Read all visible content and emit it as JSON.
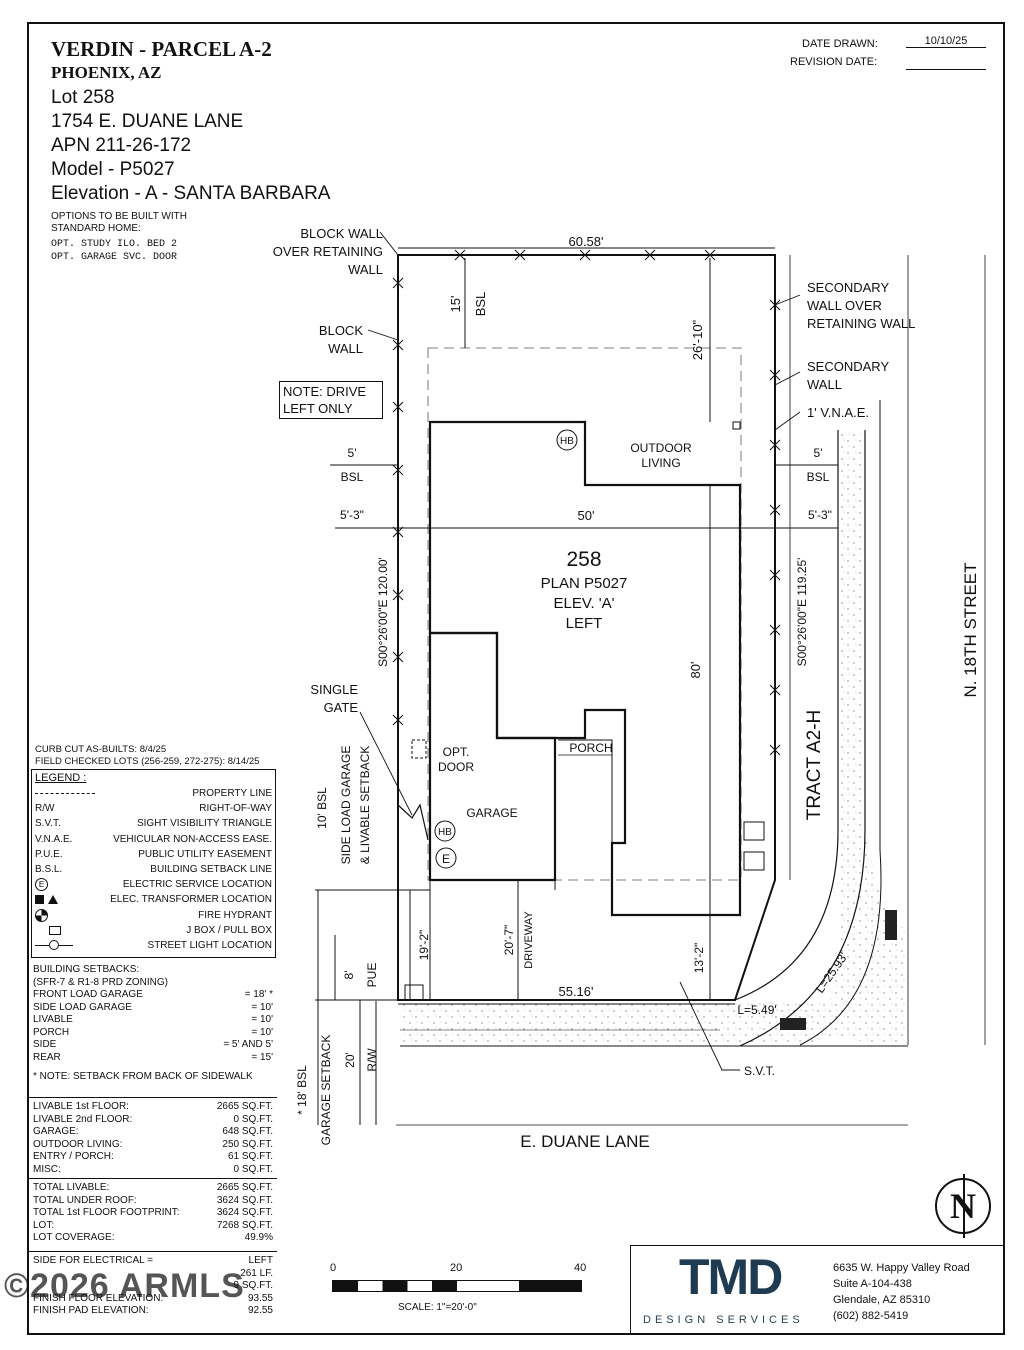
{
  "title_block": {
    "project": "VERDIN - PARCEL A-2",
    "city": "PHOENIX, AZ",
    "lot": "Lot  258",
    "address": "1754 E. DUANE LANE",
    "apn": "APN 211-26-172",
    "model": "Model - P5027",
    "elevation": "Elevation - A - SANTA BARBARA"
  },
  "options": {
    "heading": [
      "OPTIONS TO BE BUILT WITH",
      "STANDARD HOME:"
    ],
    "items": [
      "OPT. STUDY ILO. BED 2",
      "OPT. GARAGE SVC. DOOR"
    ]
  },
  "dates": {
    "drawn_label": "DATE DRAWN:",
    "drawn_value": "10/10/25",
    "revision_label": "REVISION DATE:",
    "revision_value": ""
  },
  "notes": {
    "curb_cut": "CURB CUT AS-BUILTS: 8/4/25",
    "field_checked": "FIELD CHECKED LOTS (256-259, 272-275): 8/14/25",
    "drive": [
      "NOTE: DRIVE",
      "LEFT ONLY"
    ]
  },
  "legend": {
    "title": "LEGEND :",
    "items": [
      {
        "abbr": "",
        "desc": "PROPERTY LINE",
        "symbol": "dashed-line"
      },
      {
        "abbr": "R/W",
        "desc": "RIGHT-OF-WAY"
      },
      {
        "abbr": "S.V.T.",
        "desc": "SIGHT VISIBILITY TRIANGLE"
      },
      {
        "abbr": "V.N.A.E.",
        "desc": "VEHICULAR NON-ACCESS EASE."
      },
      {
        "abbr": "P.U.E.",
        "desc": "PUBLIC UTILITY EASEMENT"
      },
      {
        "abbr": "B.S.L.",
        "desc": "BUILDING SETBACK LINE"
      },
      {
        "abbr": "",
        "desc": "ELECTRIC SERVICE LOCATION",
        "symbol": "electric-icon"
      },
      {
        "abbr": "",
        "desc": "ELEC. TRANSFORMER LOCATION",
        "symbol": "transformer-icon"
      },
      {
        "abbr": "",
        "desc": "FIRE HYDRANT",
        "symbol": "hydrant-icon"
      },
      {
        "abbr": "",
        "desc": "J BOX / PULL BOX",
        "symbol": "jbox-icon"
      },
      {
        "abbr": "",
        "desc": "STREET LIGHT LOCATION",
        "symbol": "streetlight-icon"
      }
    ]
  },
  "setbacks": {
    "heading": [
      "BUILDING SETBACKS:",
      "(SFR-7 & R1-8 PRD ZONING)"
    ],
    "rows": [
      {
        "label": "FRONT LOAD GARAGE",
        "value": "= 18' *"
      },
      {
        "label": "SIDE LOAD GARAGE",
        "value": "= 10'"
      },
      {
        "label": "LIVABLE",
        "value": "= 10'"
      },
      {
        "label": "PORCH",
        "value": "= 10'"
      },
      {
        "label": "SIDE",
        "value": "= 5' AND 5'"
      },
      {
        "label": "REAR",
        "value": "= 15'"
      }
    ],
    "note": "* NOTE: SETBACK FROM BACK OF SIDEWALK"
  },
  "areas": [
    {
      "label": "LIVABLE 1st FLOOR:",
      "value": "2665  SQ.FT."
    },
    {
      "label": "LIVABLE 2nd FLOOR:",
      "value": "0  SQ.FT."
    },
    {
      "label": "GARAGE:",
      "value": "648  SQ.FT."
    },
    {
      "label": "OUTDOOR LIVING:",
      "value": "250  SQ.FT."
    },
    {
      "label": "ENTRY / PORCH:",
      "value": "61  SQ.FT."
    },
    {
      "label": "MISC:",
      "value": "0  SQ.FT."
    }
  ],
  "totals": [
    {
      "label": "TOTAL LIVABLE:",
      "value": "2665  SQ.FT."
    },
    {
      "label": "TOTAL UNDER ROOF:",
      "value": "3624  SQ.FT."
    },
    {
      "label": "TOTAL 1st FLOOR FOOTPRINT:",
      "value": "3624  SQ.FT."
    },
    {
      "label": "LOT:",
      "value": "7268  SQ.FT."
    },
    {
      "label": "LOT COVERAGE:",
      "value": "49.9%"
    }
  ],
  "electrical": [
    {
      "label": "SIDE FOR ELECTRICAL =",
      "value": "LEFT"
    },
    {
      "label": "",
      "value": "261  LF."
    },
    {
      "label": "",
      "value": "9  SQ.FT."
    },
    {
      "label": "FINISH FLOOR ELEVATION:",
      "value": "93.55"
    },
    {
      "label": "FINISH PAD ELEVATION:",
      "value": "92.55"
    }
  ],
  "watermark": "©2026 ARMLS",
  "scale": {
    "ticks": [
      "0",
      "20",
      "40"
    ],
    "label": "SCALE:  1\"=20'-0\""
  },
  "company": {
    "logo": "TMD",
    "tagline": "DESIGN SERVICES",
    "address": [
      "6635 W. Happy Valley Road",
      "Suite A-104-438",
      "Glendale, AZ 85310",
      "(602) 882-5419"
    ]
  },
  "north_arrow": "N",
  "site": {
    "lot_number": "258",
    "plan": "PLAN P5027",
    "elev": "ELEV. 'A'",
    "hand": "LEFT",
    "dim_top": "60.58'",
    "dim_bottom": "55.16'",
    "dim_house_width": "50'",
    "dim_house_depth": "80'",
    "dim_rear": "26'-10\"",
    "dim_front_right": "13'-2\"",
    "dim_front_left": "19'-2\"",
    "dim_driveway": "20'-7\"",
    "side_left": "5'-3\"",
    "side_right": "5'-3\"",
    "bsl_left_value": "5'",
    "bsl_left_label": "BSL",
    "bsl_right_value": "5'",
    "bsl_right_label": "BSL",
    "rear_bsl_value": "15'",
    "rear_bsl_label": "BSL",
    "bearing_left": "S00°26'00\"E 120.00'",
    "bearing_right": "S00°26'00\"E 119.25'",
    "pue_value": "8'",
    "pue_label": "PUE",
    "rw_value": "20'",
    "rw_label": "R/W",
    "bsl10": "10' BSL",
    "side_load": [
      "SIDE LOAD GARAGE",
      "& LIVABLE SETBACK"
    ],
    "front_bsl": [
      "* 18' BSL",
      "GARAGE SETBACK"
    ],
    "curve_l1": "L=5.49'",
    "curve_l2": "L=25.93'",
    "outdoor_living": [
      "OUTDOOR",
      "LIVING"
    ],
    "hb": "HB",
    "e": "E",
    "opt_door": [
      "OPT.",
      "DOOR"
    ],
    "porch": "PORCH",
    "garage": "GARAGE",
    "driveway": "DRIVEWAY",
    "svt": "S.V.T.",
    "street_bottom": "E. DUANE LANE",
    "street_right": "N. 18TH STREET",
    "tract": "TRACT A2-H",
    "block_wall_retaining": [
      "BLOCK WALL",
      "OVER RETAINING",
      "WALL"
    ],
    "block_wall": [
      "BLOCK",
      "WALL"
    ],
    "secondary_retaining": [
      "SECONDARY",
      "WALL OVER",
      "RETAINING WALL"
    ],
    "secondary_wall": [
      "SECONDARY",
      "WALL"
    ],
    "vnae": "1' V.N.A.E.",
    "single_gate": [
      "SINGLE",
      "GATE"
    ]
  }
}
